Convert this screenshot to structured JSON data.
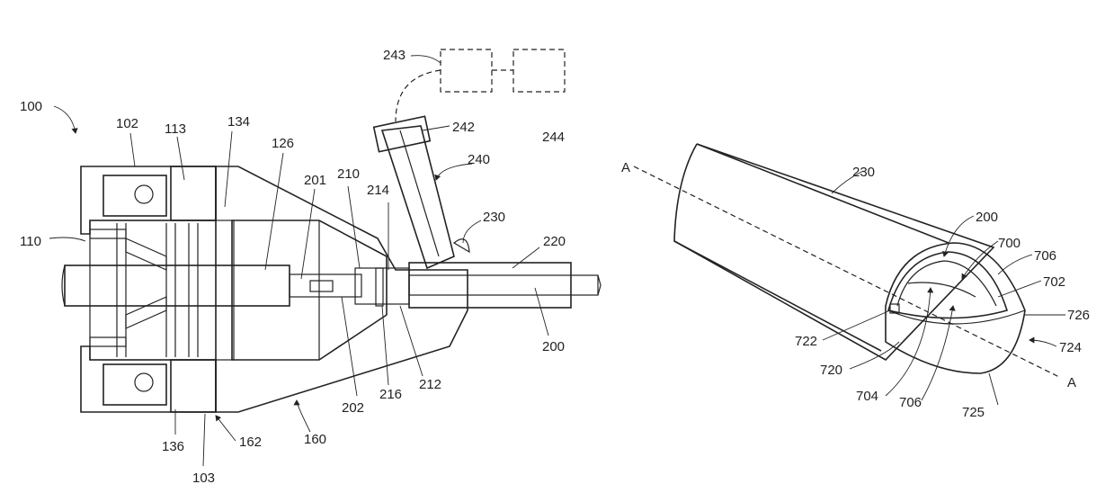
{
  "left_figure": {
    "labels": {
      "l100": "100",
      "l102": "102",
      "l113": "113",
      "l134": "134",
      "l126": "126",
      "l201": "201",
      "l210": "210",
      "l214": "214",
      "l243": "243",
      "l242": "242",
      "l244": "244",
      "l240": "240",
      "l230": "230",
      "l220": "220",
      "l110": "110",
      "l200": "200",
      "l212": "212",
      "l216": "216",
      "l202": "202",
      "l160": "160",
      "l162": "162",
      "l136": "136",
      "l103": "103"
    }
  },
  "right_figure": {
    "labels": {
      "rA1": "A",
      "rA2": "A",
      "r230": "230",
      "r200": "200",
      "r700": "700",
      "r706a": "706",
      "r702": "702",
      "r726": "726",
      "r724": "724",
      "r722": "722",
      "r720": "720",
      "r704": "704",
      "r706b": "706",
      "r725": "725"
    }
  }
}
